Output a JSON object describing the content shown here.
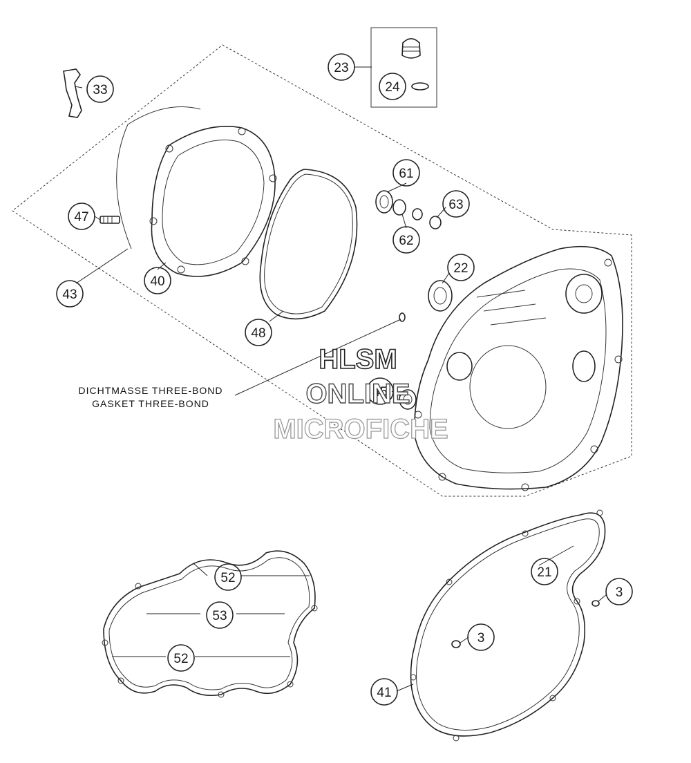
{
  "callouts": [
    {
      "id": "23",
      "label": "23"
    },
    {
      "id": "24",
      "label": "24"
    },
    {
      "id": "33",
      "label": "33"
    },
    {
      "id": "61",
      "label": "61"
    },
    {
      "id": "63",
      "label": "63"
    },
    {
      "id": "62",
      "label": "62"
    },
    {
      "id": "47",
      "label": "47"
    },
    {
      "id": "22",
      "label": "22"
    },
    {
      "id": "40",
      "label": "40"
    },
    {
      "id": "43",
      "label": "43"
    },
    {
      "id": "48",
      "label": "48"
    },
    {
      "id": "45",
      "label": "45"
    },
    {
      "id": "52a",
      "label": "52"
    },
    {
      "id": "53",
      "label": "53"
    },
    {
      "id": "52b",
      "label": "52"
    },
    {
      "id": "21",
      "label": "21"
    },
    {
      "id": "3a",
      "label": "3"
    },
    {
      "id": "3b",
      "label": "3"
    },
    {
      "id": "41",
      "label": "41"
    }
  ],
  "notes": {
    "sealant_de": "DICHTMASSE THREE-BOND",
    "sealant_en": "GASKET THREE-BOND"
  },
  "watermark": {
    "line1": "HLSM",
    "line2": "ONLINE",
    "line3": "MICROFICHE"
  }
}
